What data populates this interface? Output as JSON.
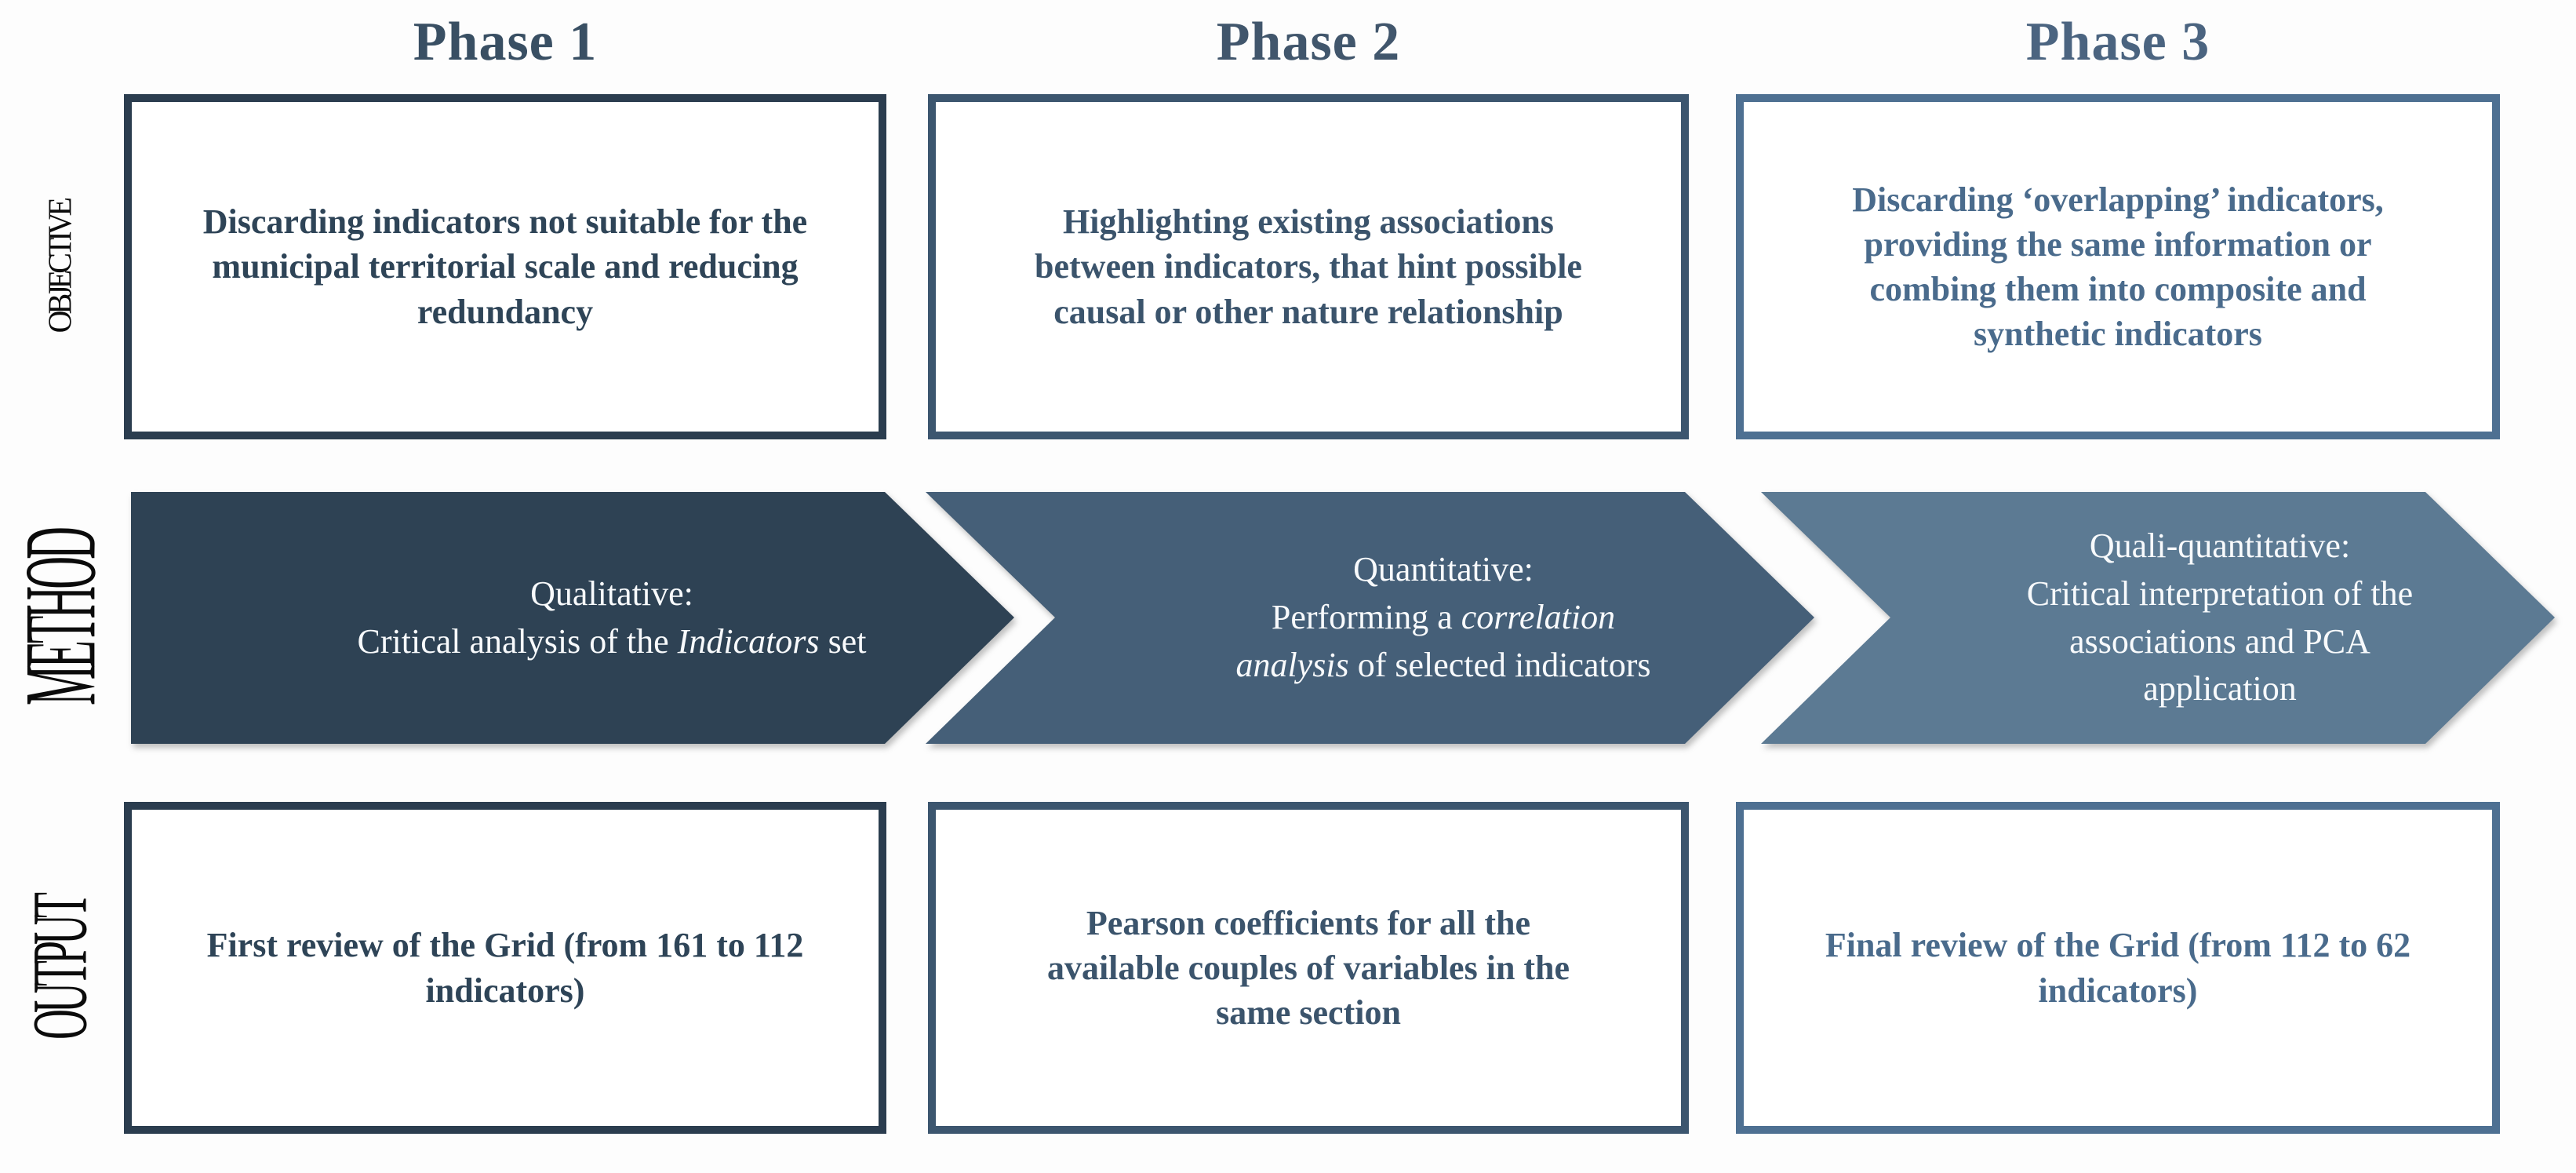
{
  "figure": {
    "background_color": "#FDFDFD",
    "row_label_color": "#0B0B0B",
    "method_text_color": "#F8FAFC",
    "row_labels": [
      "OBJECTIVE",
      "METHOD",
      "OUTPUT"
    ],
    "phases": [
      {
        "label": "Phase 1",
        "title_color": "#394F63",
        "box_border_color": "#2B3D4F",
        "box_text_color": "#2E4457",
        "chevron_color": "#2E4254"
      },
      {
        "label": "Phase 2",
        "title_color": "#41566C",
        "box_border_color": "#3C566F",
        "box_text_color": "#3B546C",
        "chevron_color": "#455F78"
      },
      {
        "label": "Phase 3",
        "title_color": "#4B6480",
        "box_border_color": "#4E7092",
        "box_text_color": "#4A6B8C",
        "chevron_color": "#5C7A93"
      }
    ],
    "objective": [
      "Discarding indicators not suitable for the municipal territorial scale and reducing redundancy",
      "Highlighting existing associations between indicators, that hint possible causal or other nature relationship",
      "Discarding ‘overlapping’ indicators, providing the same information or combing them into composite and synthetic indicators"
    ],
    "method": [
      {
        "title": "Qualitative:",
        "line2": {
          "pre": "Critical analysis of the ",
          "italic": "Indicators",
          "post": " set"
        }
      },
      {
        "title": "Quantitative:",
        "line2": {
          "pre": "Performing a ",
          "italic": "correlation",
          "post": ""
        },
        "line3": {
          "pre": "",
          "italic": "analysis",
          "post": " of selected indicators"
        }
      },
      {
        "title": "Quali-quantitative:",
        "line2": {
          "pre": "Critical interpretation of the"
        },
        "line3": {
          "pre": "associations and PCA"
        },
        "line4": {
          "pre": "application"
        }
      }
    ],
    "output": [
      "First review of the Grid (from 161 to 112 indicators)",
      "Pearson coefficients for all the available couples of variables in the same section",
      "Final review of the Grid (from 112 to 62 indicators)"
    ]
  }
}
